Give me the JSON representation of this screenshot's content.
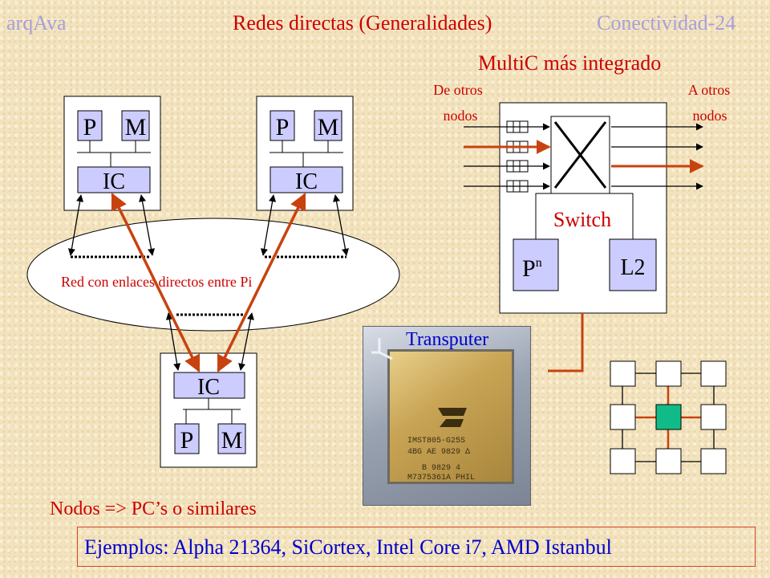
{
  "header": {
    "left": "arqAva",
    "title": "Redes directas (Generalidades)",
    "right": "Conectividad-24"
  },
  "multic": {
    "title": "MultiC más integrado",
    "from_label": [
      "De otros",
      "nodos"
    ],
    "to_label": [
      "A otros",
      "nodos"
    ],
    "switch_label": "Switch",
    "proc_label": "P",
    "proc_sup": "n",
    "cache_label": "L2"
  },
  "nodes": {
    "p": "P",
    "m": "M",
    "ic": "IC"
  },
  "network": {
    "label": "Red con enlaces directos entre Pi"
  },
  "transputer": {
    "label": "Transputer",
    "chip_lines": [
      "IMST805-G25S",
      "4BG AE 9829 Δ",
      "B 9829 4",
      "M7375361A PHIL"
    ]
  },
  "notes": {
    "nodos": "Nodos => PC’s o similares",
    "ejemplos": "Ejemplos: Alpha 21364, SiCortex, Intel Core i7, AMD Istanbul"
  },
  "colors": {
    "accent_red": "#cc0000",
    "link_orange": "#c8420f",
    "text_blue": "#0000cc",
    "header_lavender": "#a89fd8",
    "mesh_center": "#11bb88"
  }
}
